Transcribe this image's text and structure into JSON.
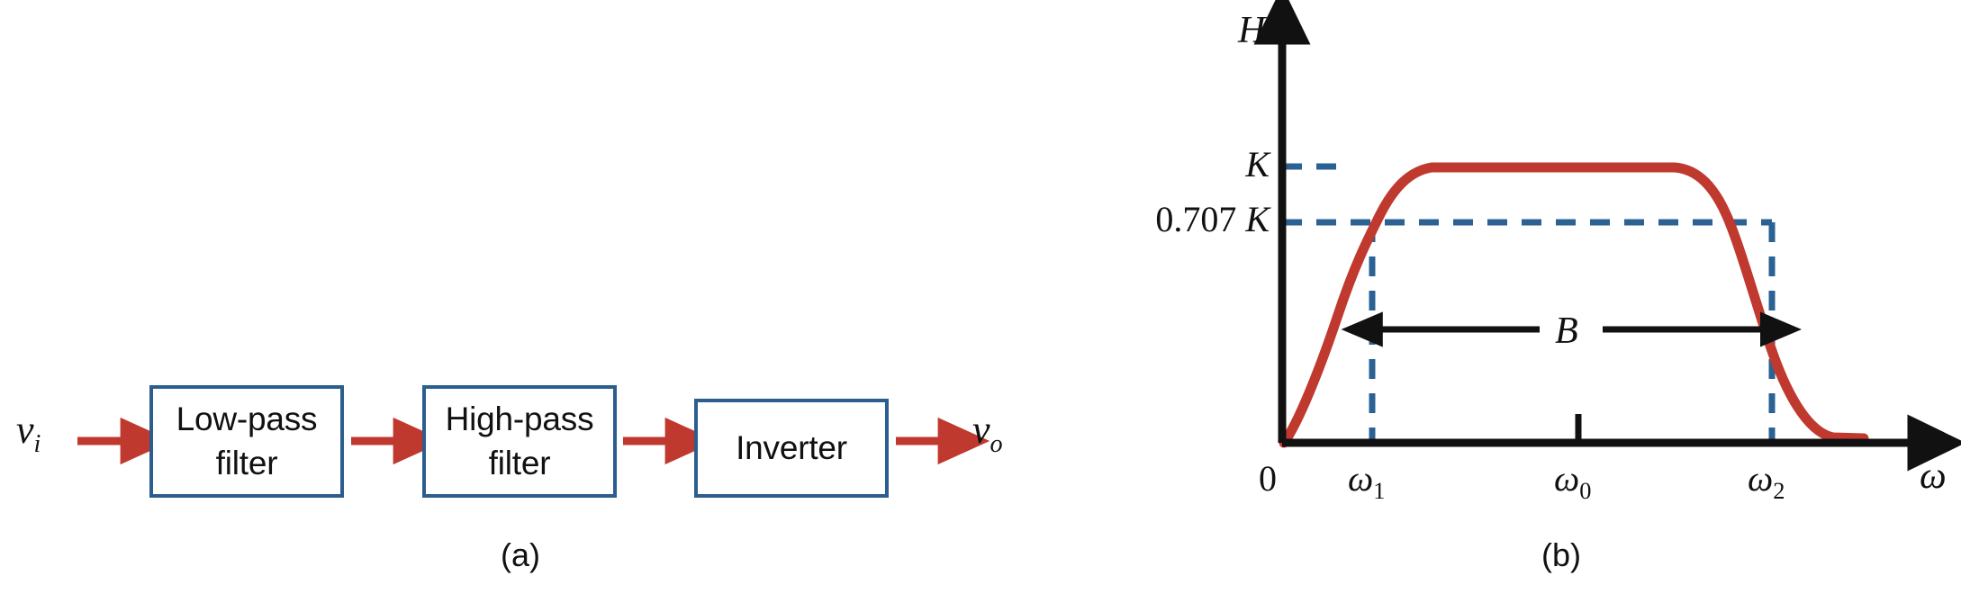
{
  "figure": {
    "panel_a": {
      "caption": "(a)",
      "input_label": {
        "base": "v",
        "sub": "i"
      },
      "output_label": {
        "base": "v",
        "sub": "o"
      },
      "blocks": [
        {
          "name": "low-pass-filter",
          "line1": "Low-pass",
          "line2": "filter"
        },
        {
          "name": "high-pass-filter",
          "line1": "High-pass",
          "line2": "filter"
        },
        {
          "name": "inverter",
          "line1": "Inverter",
          "line2": ""
        }
      ],
      "arrows": [
        "input-arrow",
        "arrow-1-2",
        "arrow-2-3",
        "output-arrow"
      ],
      "colors": {
        "box_border": "#2b5e8e",
        "arrow": "#c0392f"
      }
    },
    "panel_b": {
      "caption": "(b)",
      "y_axis_label": "H",
      "x_axis_label": "ω",
      "origin_label": "0",
      "bandwidth_label": "B",
      "value_labels": [
        {
          "name": "k-level",
          "text": "K"
        },
        {
          "name": "half-power-level",
          "prefix": "0.707 ",
          "italic": "K"
        }
      ],
      "x_ticks": [
        {
          "name": "omega-1",
          "base": "ω",
          "sub": "1"
        },
        {
          "name": "omega-0",
          "base": "ω",
          "sub": "0"
        },
        {
          "name": "omega-2",
          "base": "ω",
          "sub": "2"
        }
      ],
      "colors": {
        "curve": "#c0392f",
        "guide": "#2b6193",
        "axis": "#111111"
      }
    }
  },
  "chart_data": {
    "type": "line",
    "title": "",
    "xlabel": "ω",
    "ylabel": "H",
    "description": "Ideal band-pass filter magnitude response: gain rises from 0, flattens at passband gain K between the half-power frequencies, then rolls off to 0.",
    "grid": false,
    "legend": null,
    "xlim": [
      0,
      1
    ],
    "ylim": [
      0,
      1.18
    ],
    "x_tick_labels": [
      "0",
      "ω₁",
      "ω₀",
      "ω₂",
      "ω"
    ],
    "x_tick_values": [
      0.0,
      0.186,
      0.51,
      0.713,
      1.0
    ],
    "y_tick_labels": [
      "K",
      "0.707 K"
    ],
    "y_tick_values": [
      1.0,
      0.707
    ],
    "annotations": [
      {
        "name": "bandwidth-arrow",
        "label": "B",
        "from_x": 0.186,
        "to_x": 0.713,
        "y": 0.46,
        "style": "double-headed-arrow"
      },
      {
        "name": "k-guide",
        "label": "K",
        "type": "horizontal-dashed",
        "y": 1.0,
        "from_x": 0.0,
        "to_x": 0.255
      },
      {
        "name": "half-power-guide",
        "label": "0.707 K",
        "type": "horizontal-dashed",
        "y": 0.707,
        "from_x": 0.0,
        "to_x": 0.713
      },
      {
        "name": "omega1-guide",
        "type": "vertical-dashed",
        "x": 0.186,
        "from_y": 0.0,
        "to_y": 0.707
      },
      {
        "name": "omega2-guide",
        "type": "vertical-dashed",
        "x": 0.713,
        "from_y": 0.0,
        "to_y": 0.707
      }
    ],
    "series": [
      {
        "name": "H(ω)",
        "color": "#c0392f",
        "x": [
          0.0,
          0.03,
          0.06,
          0.09,
          0.12,
          0.15,
          0.186,
          0.215,
          0.245,
          0.275,
          0.31,
          0.35,
          0.4,
          0.45,
          0.51,
          0.57,
          0.62,
          0.66,
          0.69,
          0.713,
          0.745,
          0.78,
          0.815,
          0.85,
          0.885,
          0.915,
          0.945,
          0.97,
          0.99
        ],
        "y": [
          0.0,
          0.148,
          0.29,
          0.42,
          0.538,
          0.64,
          0.707,
          0.8,
          0.87,
          0.925,
          0.965,
          0.99,
          1.0,
          1.0,
          1.0,
          1.0,
          0.998,
          0.985,
          0.93,
          0.707,
          0.69,
          0.56,
          0.42,
          0.29,
          0.175,
          0.1,
          0.045,
          0.012,
          0.0
        ]
      }
    ]
  }
}
